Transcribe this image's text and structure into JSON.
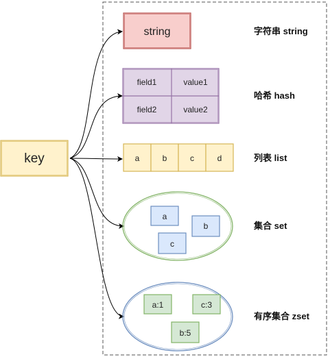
{
  "key": {
    "label": "key"
  },
  "types": {
    "string": {
      "value": "string",
      "label": "字符串 string"
    },
    "hash": {
      "label": "哈希 hash",
      "rows": [
        {
          "field": "field1",
          "value": "value1"
        },
        {
          "field": "field2",
          "value": "value2"
        }
      ]
    },
    "list": {
      "label": "列表 list",
      "items": [
        "a",
        "b",
        "c",
        "d"
      ]
    },
    "set": {
      "label": "集合 set",
      "members": [
        "a",
        "b",
        "c"
      ]
    },
    "zset": {
      "label": "有序集合 zset",
      "members": [
        "a:1",
        "c:3",
        "b:5"
      ]
    }
  },
  "colors": {
    "key_fill": "#fff2cc",
    "key_stroke": "#d6b656",
    "string_fill": "#f8cecc",
    "string_stroke": "#b85450",
    "hash_fill": "#e1d5e7",
    "hash_stroke": "#9673a6",
    "list_fill": "#fff2cc",
    "list_stroke": "#d6b656",
    "set_ellipse": "#82b366",
    "member_fill": "#dae8fc",
    "member_stroke": "#6c8ebf",
    "zset_ellipse": "#6c8ebf",
    "zmember_fill": "#d5e8d4",
    "zmember_stroke": "#82b366",
    "container_border": "#555555"
  }
}
